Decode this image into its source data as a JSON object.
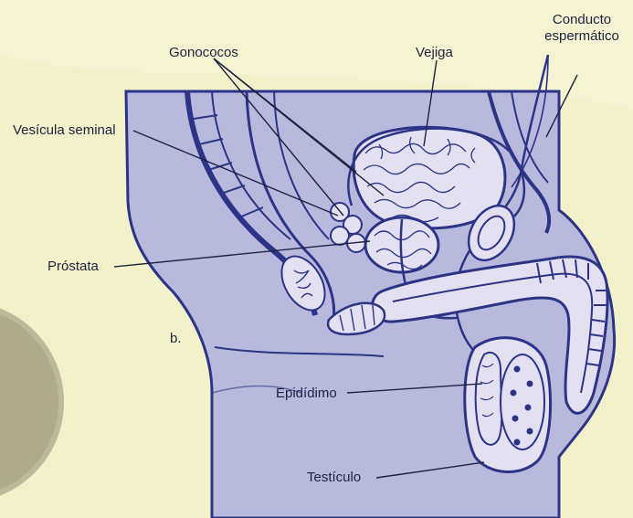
{
  "figure": {
    "panel_letter": "b.",
    "labels": {
      "gonococos": "Gonococos",
      "vejiga": "Vejiga",
      "conducto_line1": "Conducto",
      "conducto_line2": "espermático",
      "vesicula": "Vesícula seminal",
      "prostata": "Próstata",
      "epididimo": "Epidídimo",
      "testiculo": "Testículo"
    },
    "colors": {
      "background": "#f3f1c9",
      "body_fill": "#b9b9de",
      "outline": "#2b3486",
      "organ_fill": "#e3e1f1",
      "label_text": "#1e2240"
    }
  }
}
